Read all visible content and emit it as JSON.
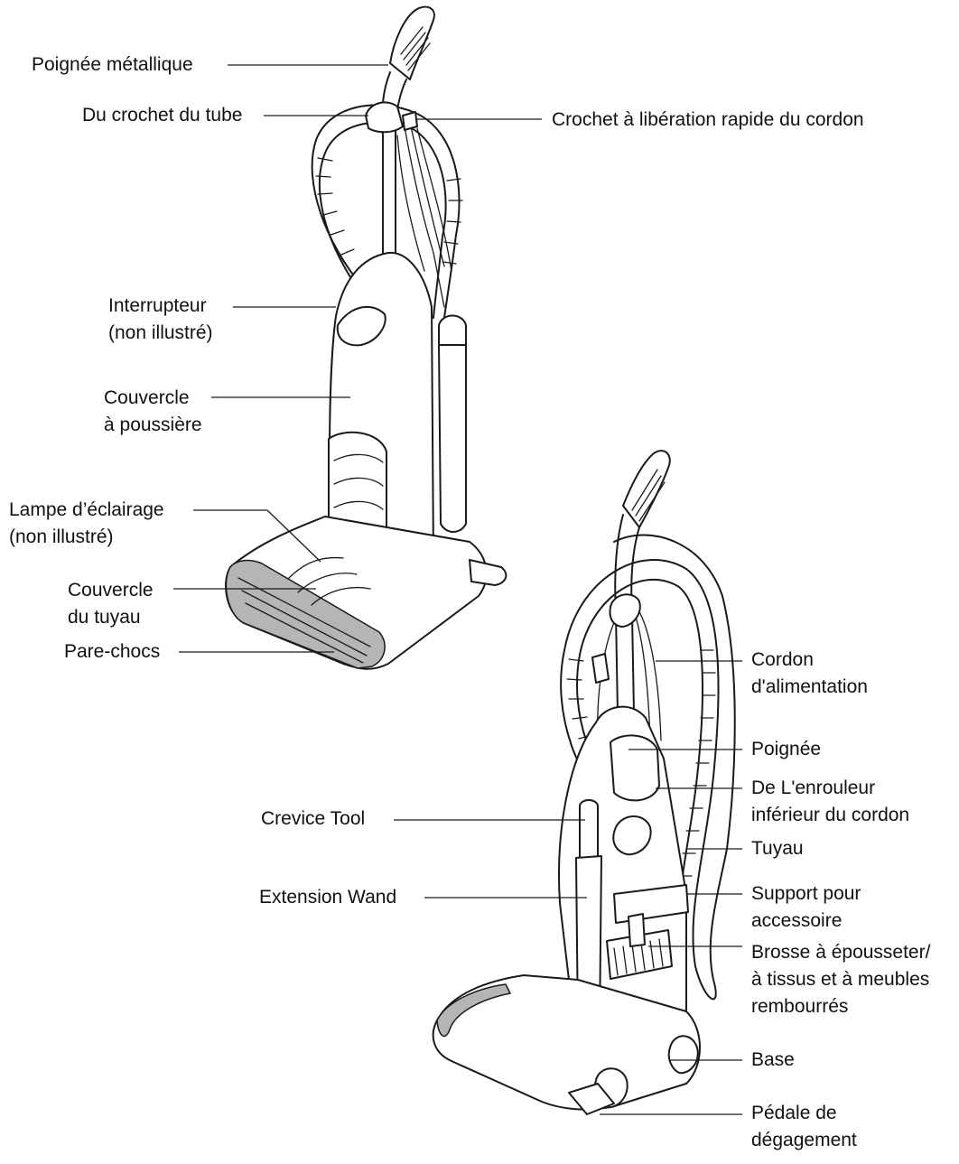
{
  "labels": {
    "poignee_metallique": "Poignée métallique",
    "crochet_tube": "Du crochet du tube",
    "crochet_cordon": "Crochet à libération rapide du cordon",
    "interrupteur_1": "Interrupteur",
    "interrupteur_2": "(non illustré)",
    "couvercle_poussiere_1": "Couvercle",
    "couvercle_poussiere_2": "à poussière",
    "lampe_1": "Lampe d’éclairage",
    "lampe_2": "(non illustré)",
    "couvercle_tuyau_1": "Couvercle",
    "couvercle_tuyau_2": "du tuyau",
    "pare_chocs": "Pare-chocs",
    "cordon_1": "Cordon",
    "cordon_2": "d'alimentation",
    "poignee": "Poignée",
    "enrouleur_1": "De L'enrouleur",
    "enrouleur_2": "inférieur du cordon",
    "crevice_tool": "Crevice Tool",
    "tuyau": "Tuyau",
    "extension_wand": "Extension Wand",
    "support_1": "Support pour",
    "support_2": "accessoire",
    "brosse_1": "Brosse à épousseter/",
    "brosse_2": "à tissus et à meubles",
    "brosse_3": "rembourrés",
    "base": "Base",
    "pedale_1": "Pédale de",
    "pedale_2": "dégagement"
  },
  "colors": {
    "ink": "#1a1a1a",
    "highlight_grey": "#b5b5b5",
    "background": "#ffffff"
  }
}
